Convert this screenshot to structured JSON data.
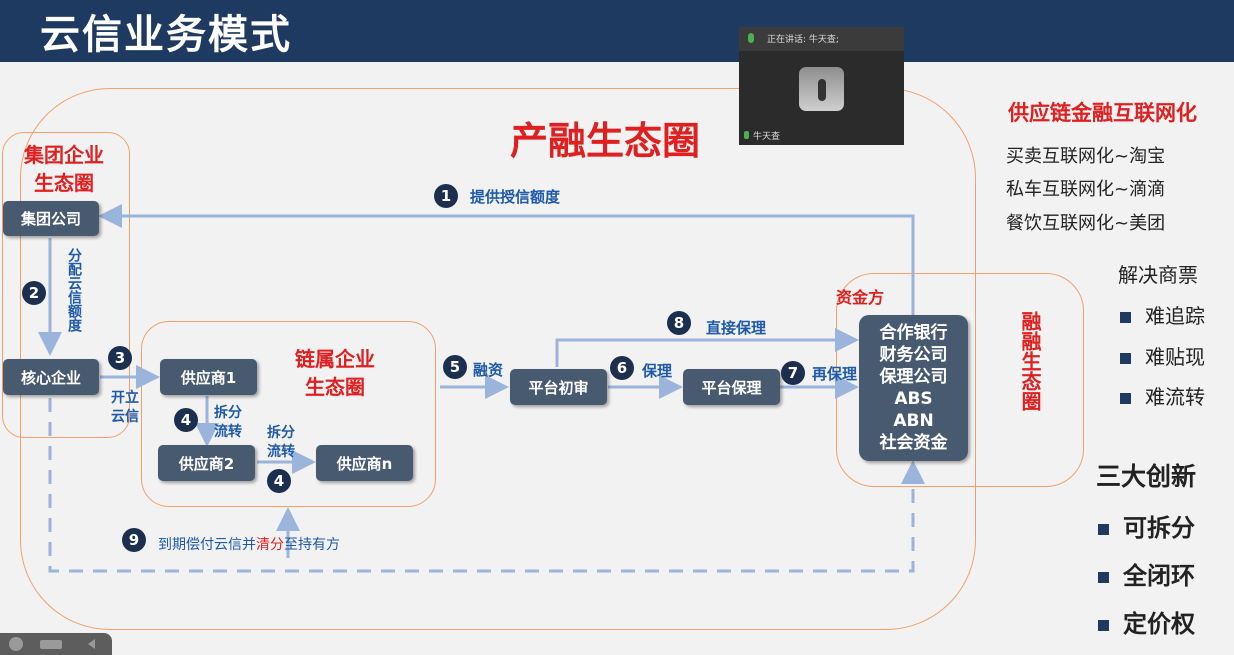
{
  "title": "云信业务模式",
  "rings": {
    "ecosystem": "产融生态圈",
    "group": "集团企业\n生态圈",
    "chain": "链属企业\n生态圈",
    "finance": "融融生态圈",
    "funder": "资金方"
  },
  "nodes": {
    "group_company": "集团公司",
    "core": "核心企业",
    "supplier1": "供应商1",
    "supplier2": "供应商2",
    "suppliern": "供应商n",
    "platform_review": "平台初审",
    "platform_factoring": "平台保理",
    "funders": [
      "合作银行",
      "财务公司",
      "保理公司",
      "ABS",
      "ABN",
      "社会资金"
    ]
  },
  "steps": [
    {
      "num": "1",
      "label": "提供授信额度"
    },
    {
      "num": "2",
      "label": "分配云信额度"
    },
    {
      "num": "3",
      "label": "开立云信"
    },
    {
      "num": "4",
      "label": "拆分流转"
    },
    {
      "num": "4",
      "label": "拆分流转"
    },
    {
      "num": "5",
      "label": "融资"
    },
    {
      "num": "6",
      "label": "保理"
    },
    {
      "num": "7",
      "label": "再保理"
    },
    {
      "num": "8",
      "label": "直接保理"
    },
    {
      "num": "9",
      "label": "到期偿付云信并清分至持有方",
      "label_pre": "到期偿付云信并",
      "label_red": "清分",
      "label_post": "至持有方"
    }
  ],
  "right_panel": {
    "heading": "供应链金融互联网化",
    "items": [
      "买卖互联网化~淘宝",
      "私车互联网化~滴滴",
      "餐饮互联网化~美团"
    ],
    "solve_heading": "解决商票",
    "solve_items": [
      "难追踪",
      "难贴现",
      "难流转"
    ],
    "innovation_heading": "三大创新",
    "innovations": [
      "可拆分",
      "全闭环",
      "定价权"
    ]
  },
  "video": {
    "speaking": "正在讲话: 牛天查;",
    "name": "牛天查"
  },
  "colors": {
    "title_bar": "#1f3a60",
    "box": "#475a70",
    "accent_red": "#e02020",
    "link_blue": "#1e5aa8",
    "ring": "#f4a06a",
    "arrow": "#9ab4dc"
  }
}
